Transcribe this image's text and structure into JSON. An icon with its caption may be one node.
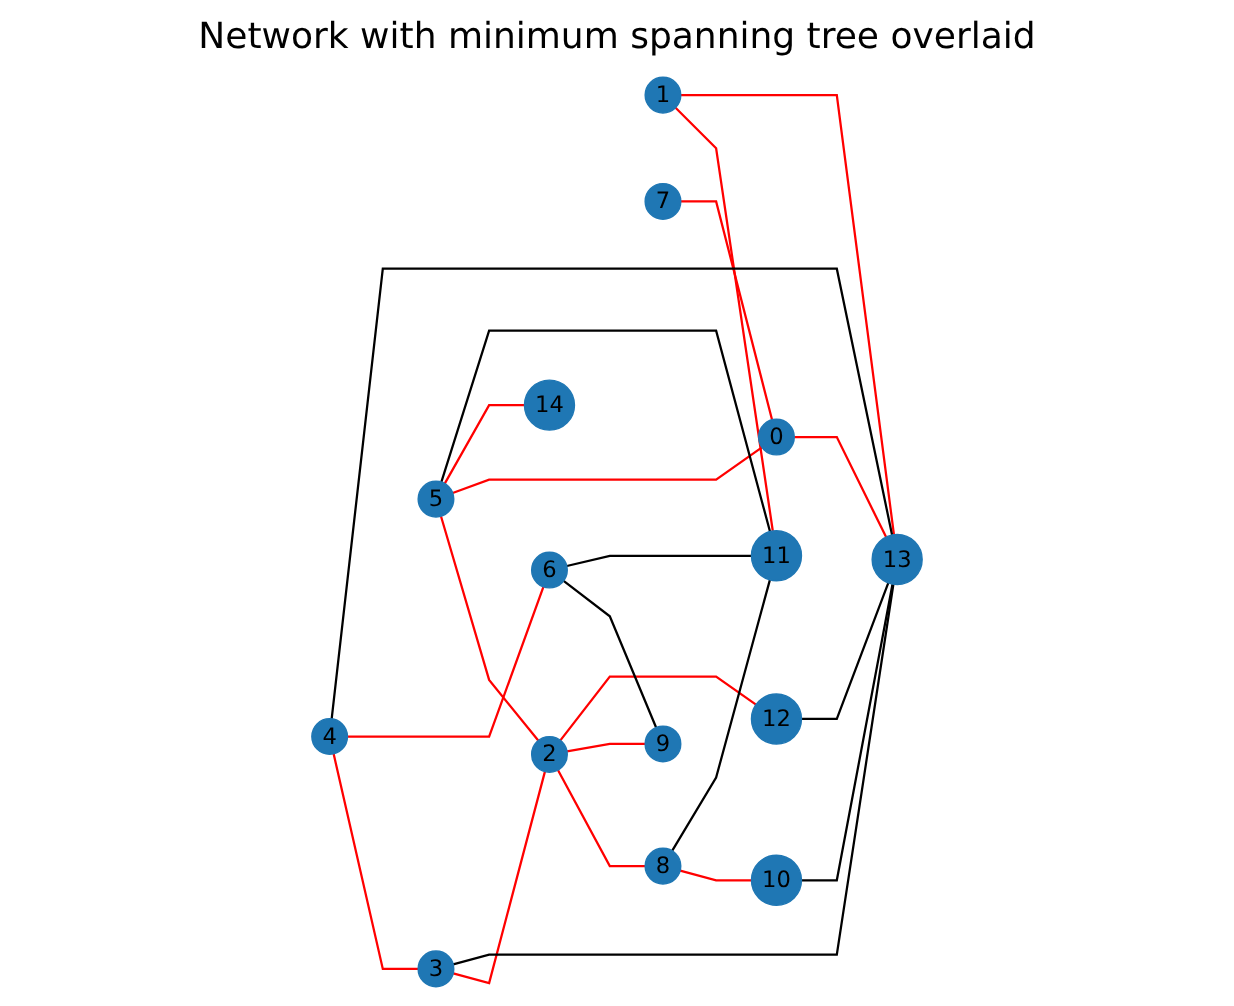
{
  "diagram": {
    "title": "Network with minimum spanning tree overlaid",
    "nodes": [
      {
        "text": [
          "0"
        ]
      },
      {
        "text": [
          "1"
        ]
      },
      {
        "text": [
          "2"
        ]
      },
      {
        "text": [
          "3"
        ]
      },
      {
        "text": [
          "4"
        ]
      },
      {
        "text": [
          "5"
        ]
      },
      {
        "text": [
          "6"
        ]
      },
      {
        "text": [
          "7"
        ]
      },
      {
        "text": [
          "8"
        ]
      },
      {
        "text": [
          "9"
        ]
      },
      {
        "text": [
          "10"
        ]
      },
      {
        "text": [
          "11"
        ]
      },
      {
        "text": [
          "12"
        ]
      },
      {
        "text": [
          "13"
        ]
      },
      {
        "text": [
          "14"
        ]
      }
    ],
    "edges": [
      {
        "from": 4,
        "to": 3,
        "arrow": "none",
        "color": "#ff0000"
      },
      {
        "from": 3,
        "to": 2,
        "arrow": "none",
        "color": "#ff0000"
      },
      {
        "from": 5,
        "to": 2,
        "arrow": "none",
        "color": "#ff0000"
      },
      {
        "from": 4,
        "to": 6,
        "arrow": "none",
        "color": "#ff0000"
      },
      {
        "from": 5,
        "to": 0,
        "arrow": "none",
        "color": "#ff0000"
      },
      {
        "from": 5,
        "to": 14,
        "arrow": "none",
        "color": "#ff0000"
      },
      {
        "from": 2,
        "to": 8,
        "arrow": "none",
        "color": "#ff0000"
      },
      {
        "from": 2,
        "to": 9,
        "arrow": "none",
        "color": "#ff0000"
      },
      {
        "from": 2,
        "to": 12,
        "arrow": "none",
        "color": "#ff0000"
      },
      {
        "from": 7,
        "to": 0,
        "arrow": "none",
        "color": "#ff0000"
      },
      {
        "from": 1,
        "to": 11,
        "arrow": "none",
        "color": "#ff0000"
      },
      {
        "from": 1,
        "to": 13,
        "arrow": "none",
        "color": "#ff0000"
      },
      {
        "from": 0,
        "to": 13,
        "arrow": "none",
        "color": "#ff0000"
      },
      {
        "from": 8,
        "to": 10,
        "arrow": "none",
        "color": "#ff0000"
      },
      {
        "from": 6,
        "to": 9,
        "arrow": "none",
        "color": "#000000"
      },
      {
        "from": 6,
        "to": 11,
        "arrow": "none",
        "color": "#000000"
      },
      {
        "from": 5,
        "to": 11,
        "arrow": "none",
        "color": "#000000"
      },
      {
        "from": 4,
        "to": 13,
        "arrow": "none",
        "color": "#000000"
      },
      {
        "from": 3,
        "to": 13,
        "arrow": "none",
        "color": "#000000"
      },
      {
        "from": 8,
        "to": 11,
        "arrow": "none",
        "color": "#000000"
      },
      {
        "from": 10,
        "to": 13,
        "arrow": "none",
        "color": "#000000"
      },
      {
        "from": 12,
        "to": 13,
        "arrow": "none",
        "color": "#000000"
      }
    ]
  }
}
